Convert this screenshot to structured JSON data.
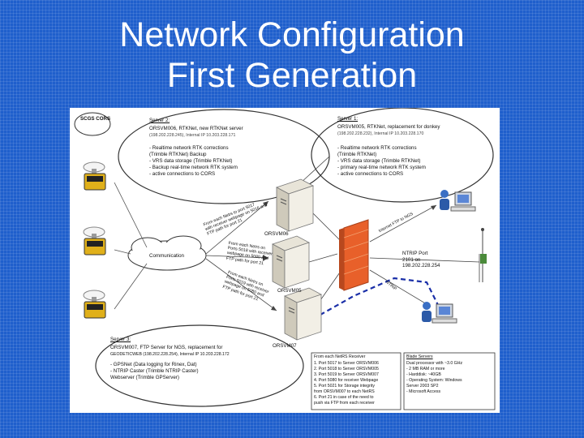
{
  "slide": {
    "title_line1": "Network Configuration",
    "title_line2": "First Generation"
  },
  "diagram": {
    "scgs_label": "SCGS CORS",
    "communication_label": "Communication",
    "server2": {
      "heading": "Server 2:",
      "line1": "ORSVM006, RTKNet, new RTKNet server",
      "line2": "(198.202.228.245), Internal IP 10.203.228.171",
      "bullets": [
        "- Realtime network RTK corrections",
        "  (Trimble RTKNet) Backup",
        "- VRS data storage (Trimble RTKNet)",
        "- Backup real-time network RTK system",
        "- active connections to CORS"
      ]
    },
    "server1": {
      "heading": "Server 1:",
      "line1": "ORSVM005, RTKNet, replacement for donkey",
      "line2": "(198.202.228.232), Internal IP 10.203.228.170",
      "bullets": [
        "- Realtime network RTK corrections",
        "  (Trimble RTKNet)",
        "- VRS data storage (Trimble RTKNet)",
        "- primary real-time network RTK system",
        "- active connections to CORS"
      ]
    },
    "server3": {
      "heading": "Server 3:",
      "line1": "ORSVM007, FTP Server for NGS, replacement for",
      "line2": "GEODETICWEB (198.202.228.254), Internal IP 10.203.228.172",
      "bullets": [
        "- GPSNet (Data logging for Rinex, Dat)",
        "- NTRIP Caster (Trimble NTRIP Caster)",
        "Webserver (Trimble GPServer)"
      ]
    },
    "machines": {
      "m06": "ORSVM06",
      "m05": "ORSVM05",
      "m07": "ORSVM07"
    },
    "arrow_labels": {
      "a1": "From each Netrs to port 5017",
      "a1b": "with receiver webpage on 5016 and",
      "a1c": "FTP path for port 21",
      "a2": "From each Netrs on",
      "a2b": "Ports 5018 with receiver",
      "a2c": "webpage on 5080 and",
      "a2d": "FTP path for port 21",
      "a3": "From each Netrs on",
      "a3b": "Ports 5019 with receiver",
      "a3c": "webpage on 5080 and",
      "a3d": "FTP path for port 21",
      "ftp_ngs": "Internet FTP to NGS",
      "ntrip_link": "NTRIP"
    },
    "ntrip_port": {
      "line1": "NTRIP Port",
      "line2": "2101 on",
      "line3": "198.202.228.254"
    },
    "receiver_box": {
      "heading": "From each NetRS Receiver",
      "items": [
        "1. Port 5017 to Server ORSVM006",
        "2. Port 5018 to Server ORSVM005",
        "3. Port 5019 to Server ORSVM007",
        "4. Port 5080 for receiver Webpage",
        "5. Port 5021 for Storage integrity",
        "   from ORSVM007 to each NetRS",
        "6. Port 21 in case of the need to",
        "   push via FTP from each receiver"
      ]
    },
    "blade_box": {
      "heading": "Blade Servers",
      "items": [
        "Dual processor with ~3.0 GHz",
        "- 2 MB RAM or more",
        "- Harddisk: ~40GB",
        "- Operating System: Windows",
        "  Server 2003 SP2",
        "- Microsoft Access"
      ]
    }
  },
  "colors": {
    "background": "#1f5fcc",
    "firewall": "#e8602a",
    "dashed_link": "#1a2fa8",
    "receiver_yellow": "#e0b01a"
  }
}
